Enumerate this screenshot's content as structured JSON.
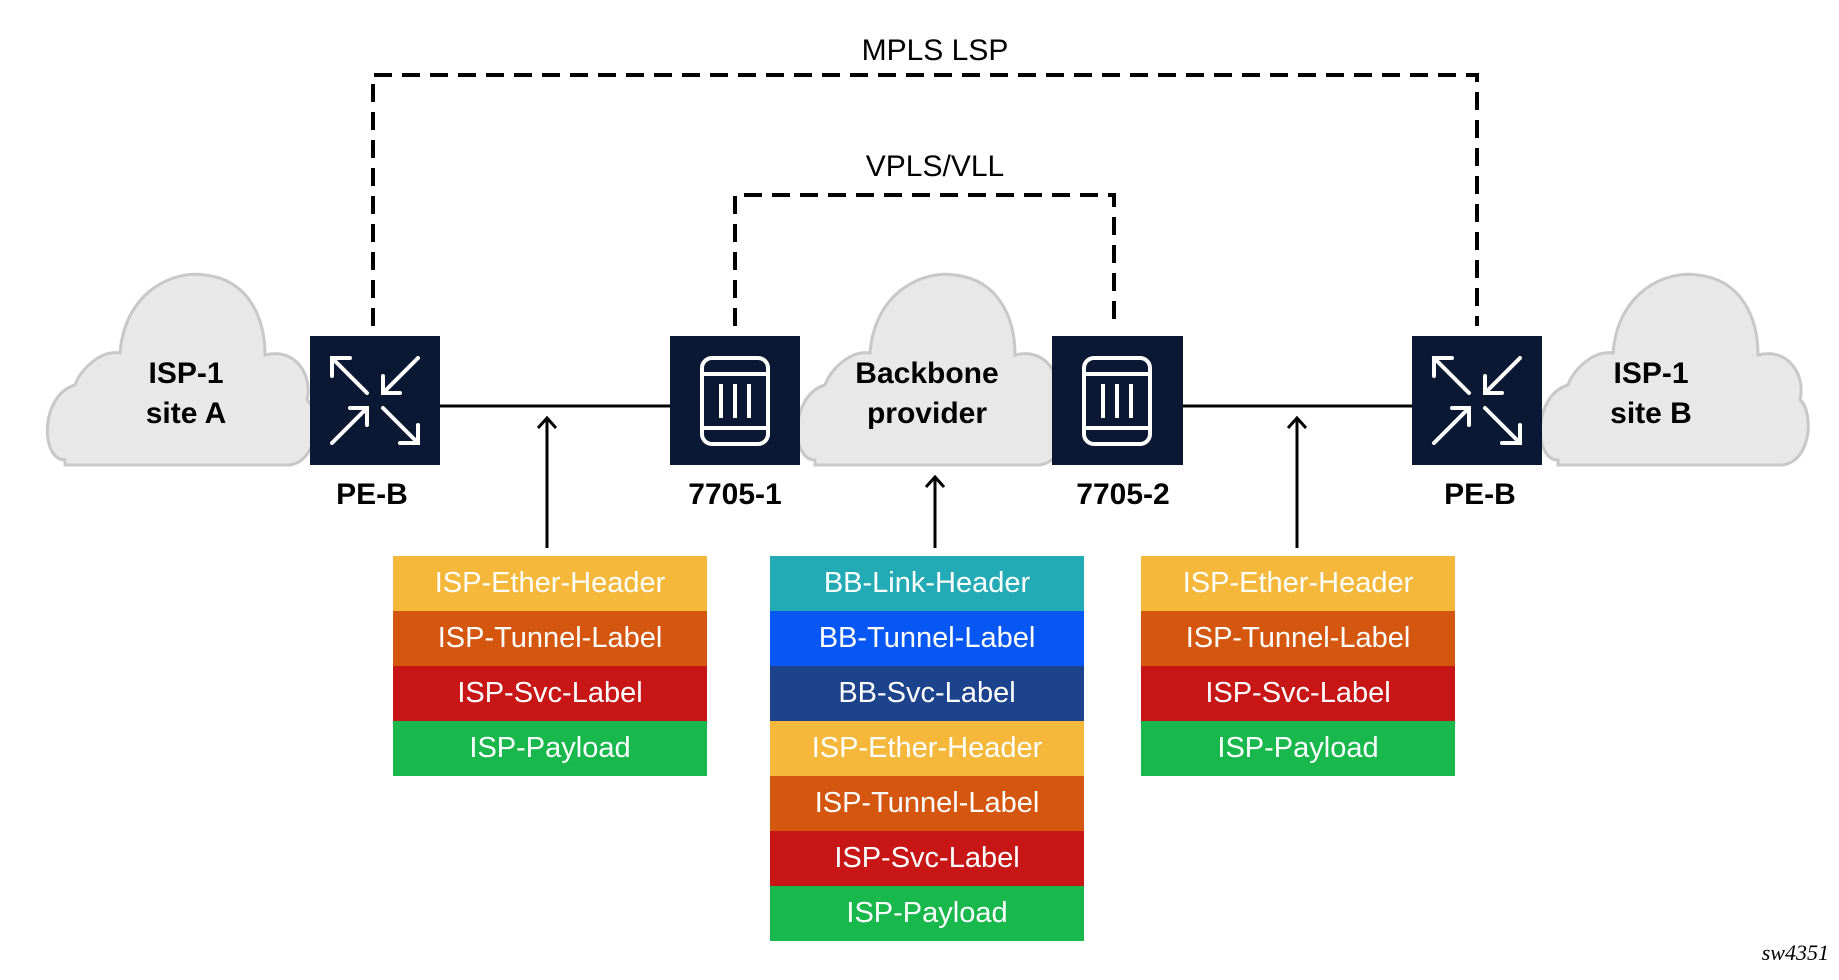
{
  "paths": {
    "mpls_lsp": "MPLS LSP",
    "vpls_vll": "VPLS/VLL"
  },
  "clouds": {
    "left": {
      "line1": "ISP-1",
      "line2": "site A"
    },
    "middle": {
      "line1": "Backbone",
      "line2": "provider"
    },
    "right": {
      "line1": "ISP-1",
      "line2": "site B"
    }
  },
  "nodes": {
    "pe_left": {
      "label": "PE-B",
      "icon": "router-arrows-icon"
    },
    "r7705_1": {
      "label": "7705-1",
      "icon": "chassis-icon"
    },
    "r7705_2": {
      "label": "7705-2",
      "icon": "chassis-icon"
    },
    "pe_right": {
      "label": "PE-B",
      "icon": "router-arrows-icon"
    }
  },
  "colors": {
    "node": "#0a1834",
    "cloud_fill": "#e8e8e8",
    "cloud_stroke": "#c8c8c8",
    "isp_ether": "#f5b83a",
    "isp_tunnel": "#d5560e",
    "isp_svc": "#c81616",
    "isp_payload": "#18b84c",
    "bb_link": "#22aab5",
    "bb_tunnel": "#0757f5",
    "bb_svc": "#1d438c"
  },
  "stacks": {
    "left": [
      {
        "label": "ISP-Ether-Header",
        "color": "#f5b83a"
      },
      {
        "label": "ISP-Tunnel-Label",
        "color": "#d5560e"
      },
      {
        "label": "ISP-Svc-Label",
        "color": "#c81616"
      },
      {
        "label": "ISP-Payload",
        "color": "#18b84c"
      }
    ],
    "middle": [
      {
        "label": "BB-Link-Header",
        "color": "#22aab5"
      },
      {
        "label": "BB-Tunnel-Label",
        "color": "#0757f5"
      },
      {
        "label": "BB-Svc-Label",
        "color": "#1d438c"
      },
      {
        "label": "ISP-Ether-Header",
        "color": "#f5b83a"
      },
      {
        "label": "ISP-Tunnel-Label",
        "color": "#d5560e"
      },
      {
        "label": "ISP-Svc-Label",
        "color": "#c81616"
      },
      {
        "label": "ISP-Payload",
        "color": "#18b84c"
      }
    ],
    "right": [
      {
        "label": "ISP-Ether-Header",
        "color": "#f5b83a"
      },
      {
        "label": "ISP-Tunnel-Label",
        "color": "#d5560e"
      },
      {
        "label": "ISP-Svc-Label",
        "color": "#c81616"
      },
      {
        "label": "ISP-Payload",
        "color": "#18b84c"
      }
    ]
  },
  "caption": "sw4351"
}
